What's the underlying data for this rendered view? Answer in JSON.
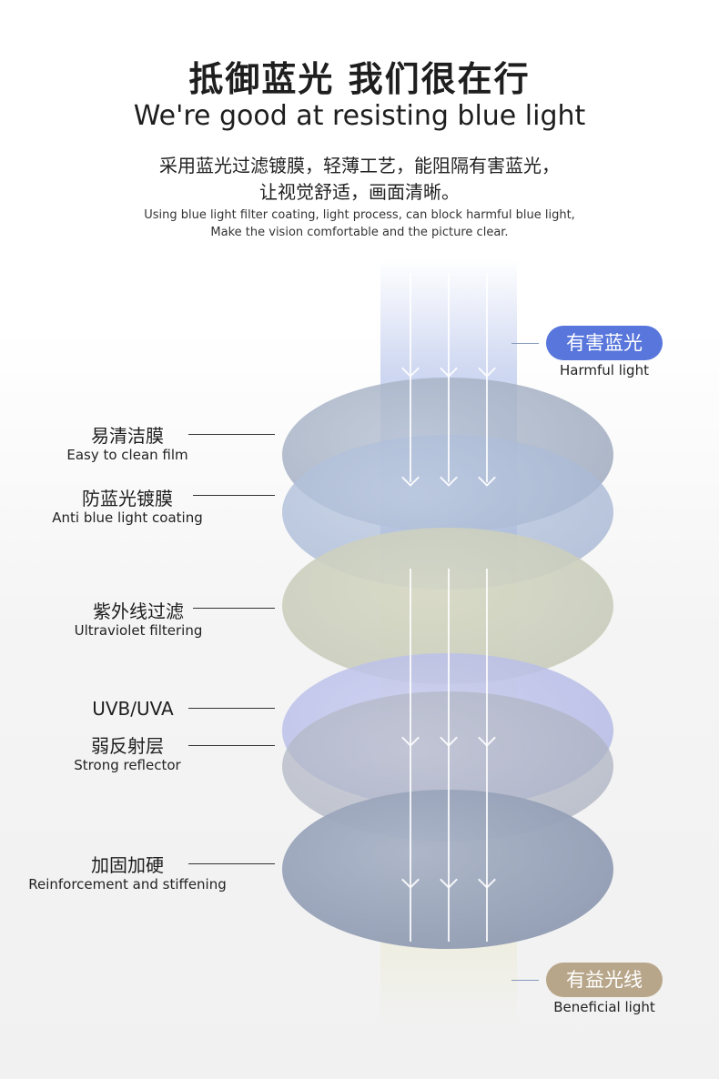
{
  "header": {
    "title_cn": "抵御蓝光 我们很在行",
    "title_en": "We're good at resisting blue light",
    "desc_cn": [
      "采用蓝光过滤镀膜，轻薄工艺，能阻隔有害蓝光，",
      "让视觉舒适，画面清晰。"
    ],
    "desc_en": [
      "Using blue light filter coating, light process, can block harmful blue light,",
      "Make the vision comfortable and the picture clear."
    ]
  },
  "layers": [
    {
      "cn": "易清洁膜",
      "en": "Easy to clean film"
    },
    {
      "cn": "防蓝光镀膜",
      "en": "Anti blue light coating"
    },
    {
      "cn": "紫外线过滤",
      "en": "Ultraviolet filtering"
    },
    {
      "cn": "UVB/UVA",
      "en": ""
    },
    {
      "cn": "弱反射层",
      "en": "Strong reflector"
    },
    {
      "cn": "加固加硬",
      "en": "Reinforcement and stiffening"
    }
  ],
  "tags": {
    "harmful": {
      "cn": "有害蓝光",
      "en": "Harmful light",
      "color": "#5876dc"
    },
    "beneficial": {
      "cn": "有益光线",
      "en": "Beneficial light",
      "color": "#b8a68a"
    }
  }
}
